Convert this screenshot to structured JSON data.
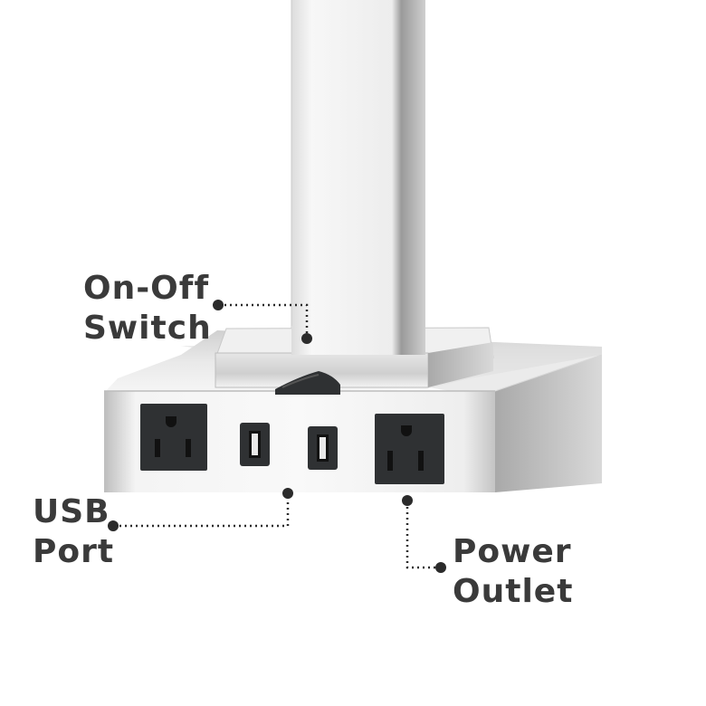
{
  "callouts": {
    "switch": {
      "line1": "On-Off",
      "line2": "Switch"
    },
    "usb": {
      "line1": "USB",
      "line2": "Port"
    },
    "outlet": {
      "line1": "Power",
      "line2": "Outlet"
    }
  },
  "colors": {
    "label_text": "#3a3a3a",
    "leader_line": "#2b2b2b",
    "outlet_body": "#2f3133",
    "chrome_light": "#eeeeee",
    "chrome_dark": "#8e8e8e"
  },
  "icons": {
    "switch": "rocker-switch",
    "outlet": "ac-outlet",
    "usb": "usb-port"
  }
}
